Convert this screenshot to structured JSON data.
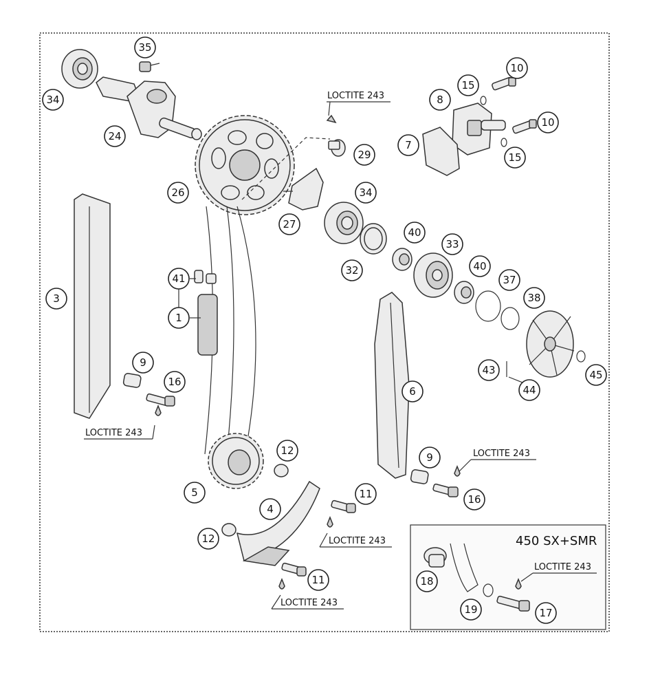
{
  "diagram": {
    "inset_title": "450 SX+SMR",
    "loctite_label": "LOCTITE 243",
    "callouts": [
      {
        "label": "35"
      },
      {
        "label": "34"
      },
      {
        "label": "24"
      },
      {
        "label": "26"
      },
      {
        "label": "3"
      },
      {
        "label": "41"
      },
      {
        "label": "1"
      },
      {
        "label": "9"
      },
      {
        "label": "16"
      },
      {
        "label": "5"
      },
      {
        "label": "12"
      },
      {
        "label": "4"
      },
      {
        "label": "12"
      },
      {
        "label": "11"
      },
      {
        "label": "11"
      },
      {
        "label": "29"
      },
      {
        "label": "27"
      },
      {
        "label": "34"
      },
      {
        "label": "32"
      },
      {
        "label": "40"
      },
      {
        "label": "33"
      },
      {
        "label": "40"
      },
      {
        "label": "37"
      },
      {
        "label": "38"
      },
      {
        "label": "43"
      },
      {
        "label": "44"
      },
      {
        "label": "45"
      },
      {
        "label": "6"
      },
      {
        "label": "9"
      },
      {
        "label": "16"
      },
      {
        "label": "10"
      },
      {
        "label": "15"
      },
      {
        "label": "8"
      },
      {
        "label": "10"
      },
      {
        "label": "7"
      },
      {
        "label": "15"
      },
      {
        "label": "18"
      },
      {
        "label": "19"
      },
      {
        "label": "17"
      }
    ]
  }
}
